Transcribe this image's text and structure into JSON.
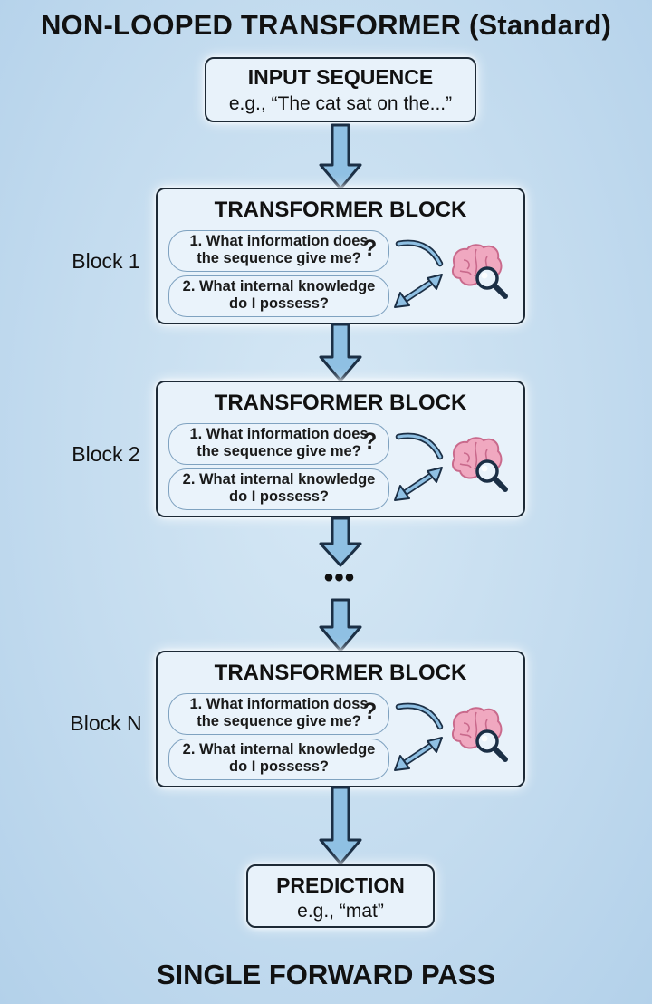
{
  "title": "NON-LOOPED TRANSFORMER (Standard)",
  "input": {
    "title": "INPUT SEQUENCE",
    "example": "e.g., “The cat sat on the...”"
  },
  "blocks": [
    {
      "label": "Block 1",
      "title": "TRANSFORMER BLOCK",
      "q1_line1": "1. What information does",
      "q1_line2": "the sequence give me?",
      "q2_line1": "2. What internal knowledge",
      "q2_line2": "do I possess?",
      "mark": "?"
    },
    {
      "label": "Block 2",
      "title": "TRANSFORMER BLOCK",
      "q1_line1": "1. What information does",
      "q1_line2": "the sequence give me?",
      "q2_line1": "2. What internal knowledge",
      "q2_line2": "do I possess?",
      "mark": "?"
    },
    {
      "label": "Block N",
      "title": "TRANSFORMER BLOCK",
      "q1_line1": "1. What information doss",
      "q1_line2": "the sequence give me?",
      "q2_line1": "2. What internal knowledge",
      "q2_line2": "do I possess?",
      "mark": "?"
    }
  ],
  "ellipsis": "•••",
  "prediction": {
    "title": "PREDICTION",
    "example": "e.g., “mat”"
  },
  "footer": "SINGLE FORWARD PASS",
  "colors": {
    "arrow_fill": "#8fc0e3",
    "arrow_outline": "#1b2f45",
    "brain": "#f0a8c0",
    "brain_stroke": "#c96a8c",
    "box_fill": "#e8f2fa"
  }
}
